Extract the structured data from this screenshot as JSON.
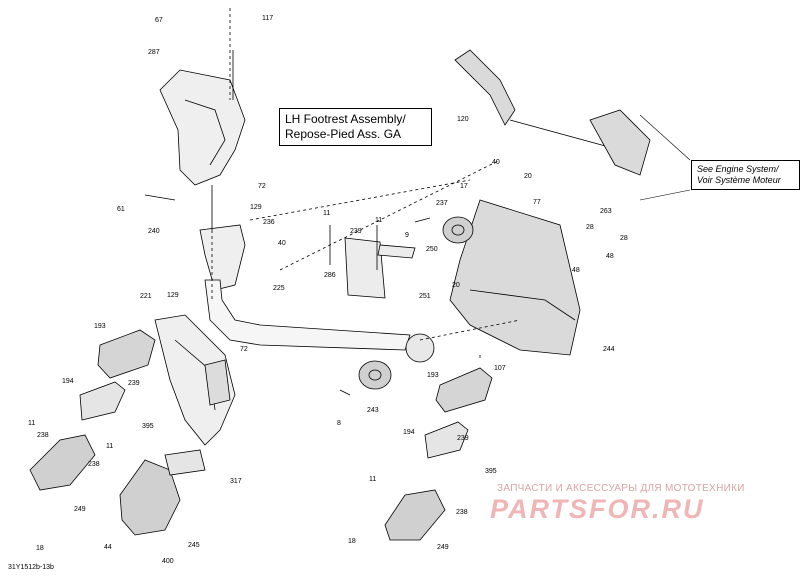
{
  "title": {
    "line1": "LH Footrest Assembly/",
    "line2": "Repose-Pied Ass. GA"
  },
  "reference": {
    "line1": "See Engine System/",
    "line2": "Voir Système Moteur"
  },
  "watermark": {
    "caption": "ЗАПЧАСТИ И АКСЕССУАРЫ ДЛЯ МОТОТЕХНИКИ",
    "brand": "PARTSFOR.RU"
  },
  "diagram_code": "31Y1512b-13b",
  "callouts": [
    "67",
    "117",
    "287",
    "72",
    "129",
    "61",
    "240",
    "236",
    "40",
    "225",
    "221",
    "129",
    "72",
    "193",
    "194",
    "239",
    "395",
    "11",
    "238",
    "11",
    "238",
    "249",
    "18",
    "44",
    "400",
    "245",
    "317",
    "120",
    "40",
    "17",
    "20",
    "237",
    "77",
    "263",
    "28",
    "48",
    "28",
    "48",
    "9",
    "11",
    "239",
    "11",
    "286",
    "250",
    "251",
    "20",
    "107",
    "244",
    "8",
    "243",
    "193",
    "194",
    "239",
    "11",
    "395",
    "238",
    "249",
    "18"
  ]
}
